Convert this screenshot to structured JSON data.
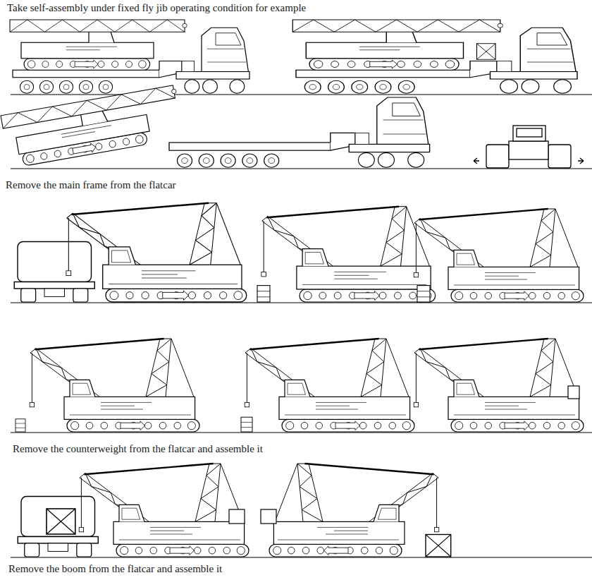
{
  "diagram": {
    "title": "Take self-assembly under fixed fly jib operating condition for example",
    "labels": [
      "Remove the main frame from the flatcar",
      "Remove the counterweight from the flatcar and assemble it",
      "Remove the boom from the flatcar and assemble it"
    ]
  }
}
